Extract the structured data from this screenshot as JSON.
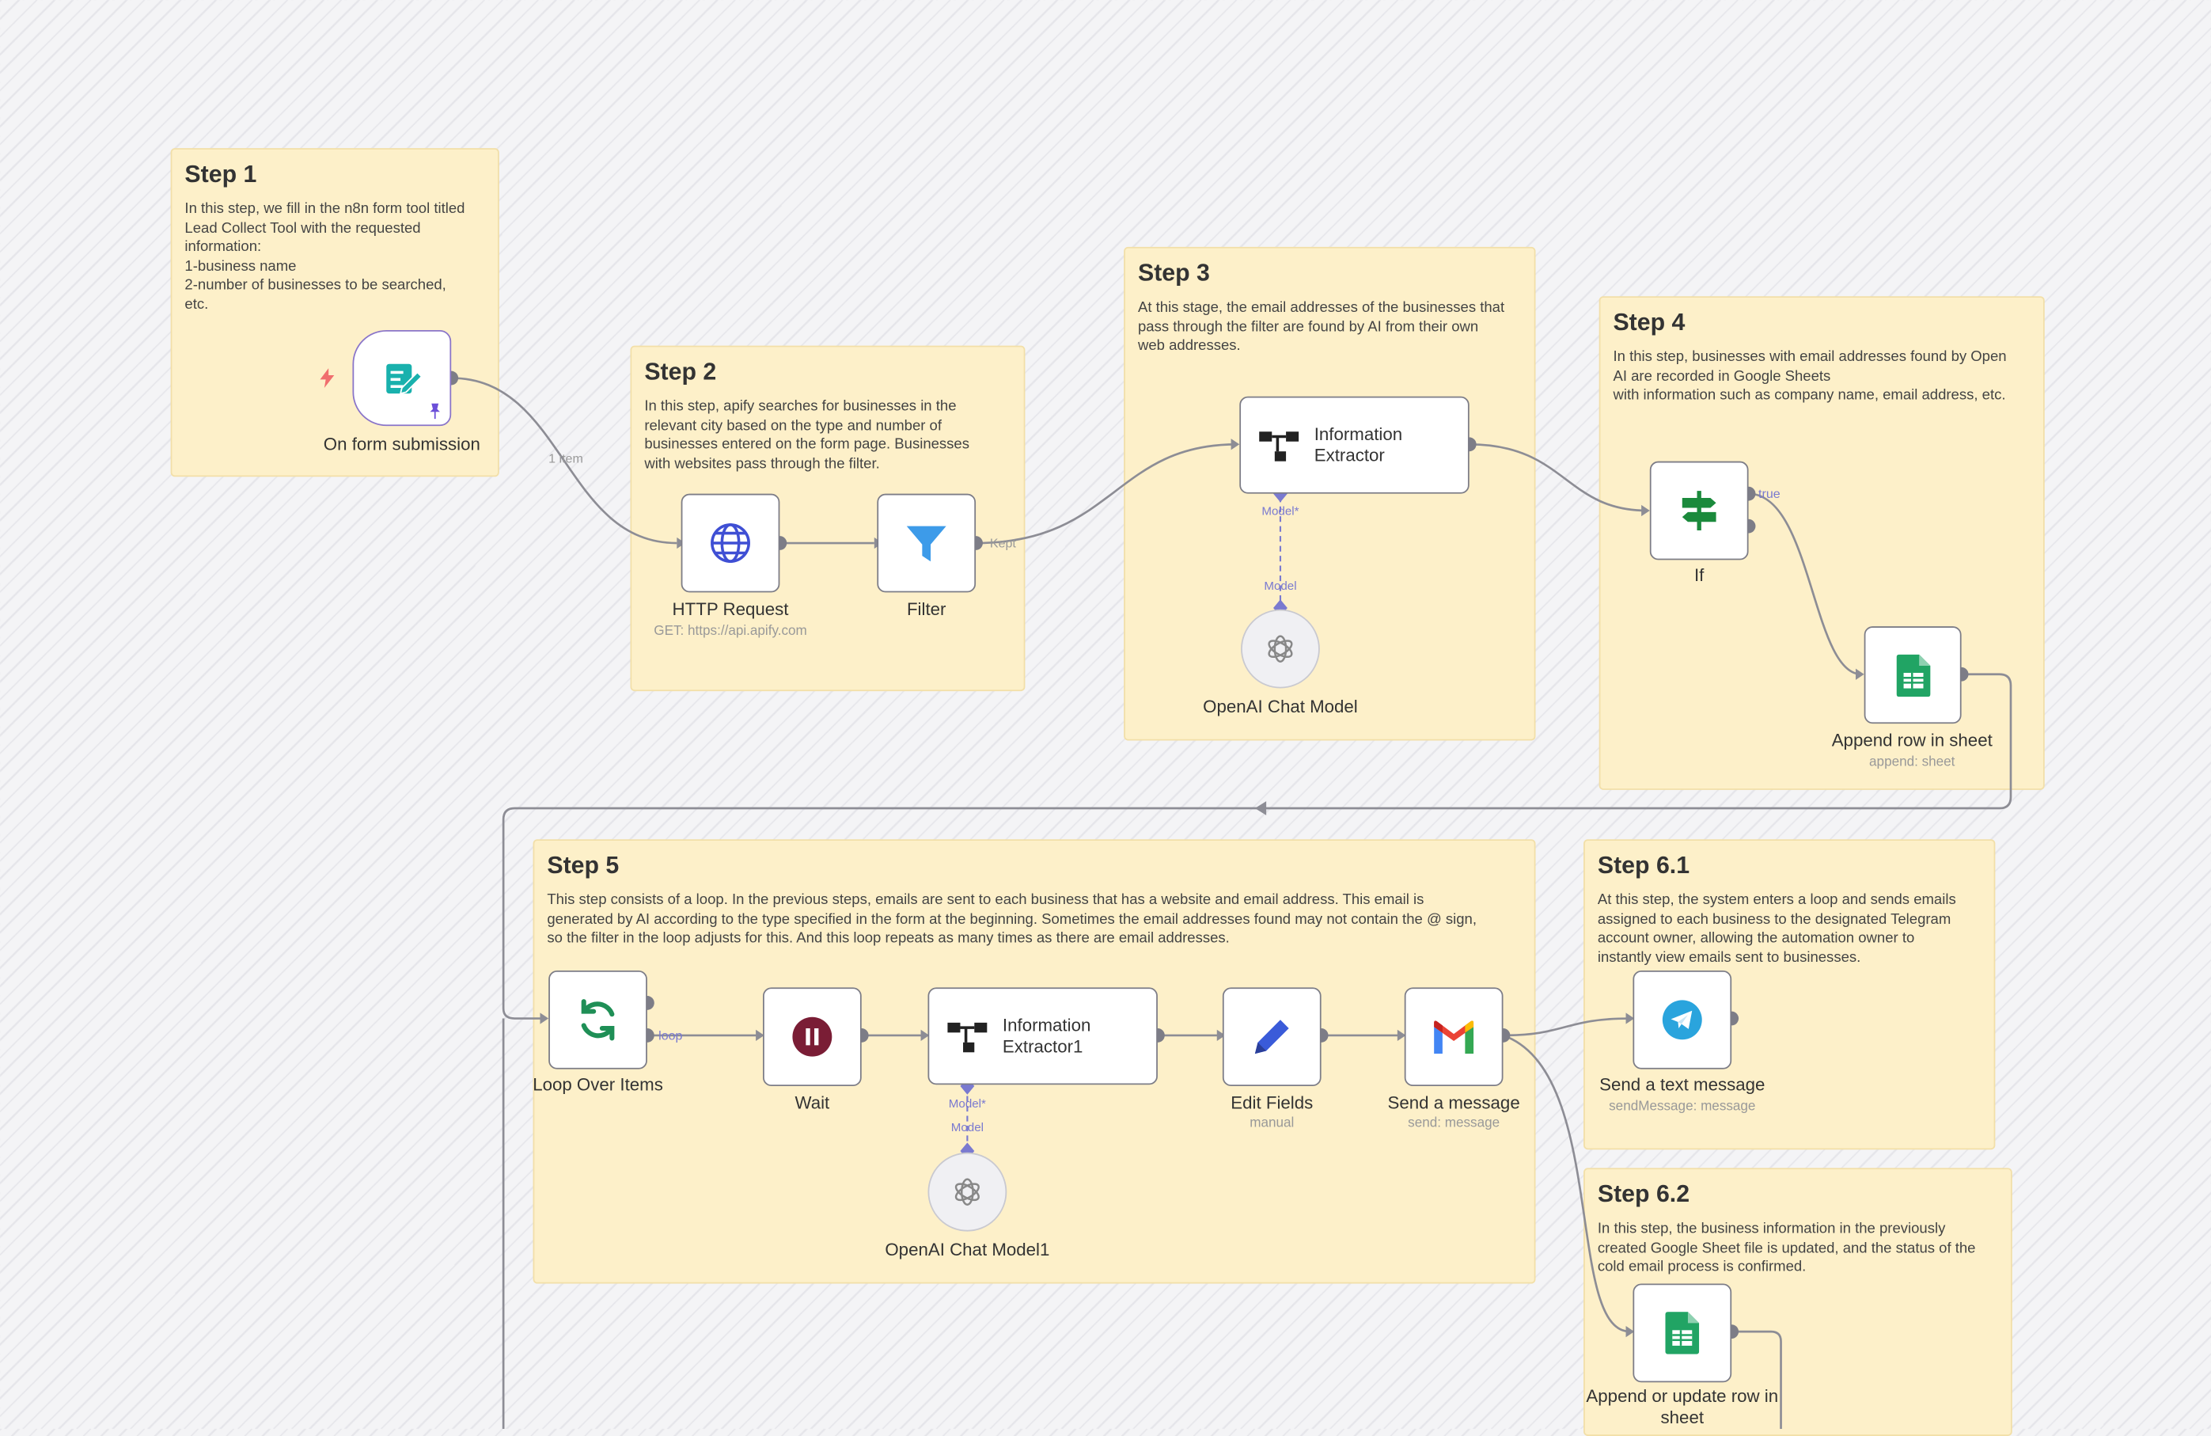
{
  "colors": {
    "canvas_bg": "#f4f4f6",
    "sticky_bg": "#fdf0c9",
    "node_border": "#7d7d87",
    "wire": "#8d8d95",
    "model_port": "#7a7ad0"
  },
  "stickies": {
    "step1": {
      "title": "Step 1",
      "body": "In this step, we fill in the n8n form tool titled\nLead Collect Tool with the requested\ninformation:\n1-business name\n2-number of businesses to be searched,\netc."
    },
    "step2": {
      "title": "Step 2",
      "body": "In this step, apify searches for businesses in the\nrelevant city based on the type and number of\nbusinesses entered on the form page. Businesses\nwith websites pass through the filter."
    },
    "step3": {
      "title": "Step 3",
      "body": "At this stage, the email addresses of the businesses that\npass through the filter are found by AI from their own\nweb addresses."
    },
    "step4": {
      "title": "Step 4",
      "body": "In this step, businesses with email addresses found by Open\nAI are recorded in Google Sheets\nwith information such as company name, email address, etc."
    },
    "step5": {
      "title": "Step 5",
      "body": "This step consists of a loop. In the previous steps, emails are sent to each business that has a website and email address. This email is\ngenerated by AI according to the type specified in the form at the beginning. Sometimes the email addresses found may not contain the @ sign,\nso the filter in the loop adjusts for this. And this loop repeats as many times as there are email addresses."
    },
    "step61": {
      "title": "Step 6.1",
      "body": "At this step, the system enters a loop and sends emails\nassigned to each business to the designated Telegram\naccount owner, allowing the automation owner to\ninstantly view emails sent to businesses."
    },
    "step62": {
      "title": "Step 6.2",
      "body": "In this step, the business information in the previously\ncreated Google Sheet file is updated, and the status of the\ncold email process is confirmed."
    }
  },
  "nodes": {
    "form": {
      "label": "On form submission",
      "icon": "form-edit-icon"
    },
    "http": {
      "label": "HTTP Request",
      "sub": "GET: https://api.apify.com",
      "icon": "globe-icon"
    },
    "filter": {
      "label": "Filter",
      "icon": "funnel-icon"
    },
    "extractor": {
      "label": "Information\nExtractor",
      "icon": "tree-icon"
    },
    "openai": {
      "label": "OpenAI Chat Model",
      "icon": "openai-icon"
    },
    "if": {
      "label": "If",
      "icon": "signpost-icon"
    },
    "append": {
      "label": "Append row in sheet",
      "sub": "append: sheet",
      "icon": "sheets-icon"
    },
    "loop": {
      "label": "Loop Over Items",
      "icon": "refresh-icon"
    },
    "wait": {
      "label": "Wait",
      "icon": "pause-icon"
    },
    "extractor1": {
      "label": "Information\nExtractor1",
      "icon": "tree-icon"
    },
    "openai1": {
      "label": "OpenAI Chat Model1",
      "icon": "openai-icon"
    },
    "edit": {
      "label": "Edit Fields",
      "sub": "manual",
      "icon": "pencil-icon"
    },
    "gmail": {
      "label": "Send a message",
      "sub": "send: message",
      "icon": "gmail-icon"
    },
    "telegram": {
      "label": "Send a text message",
      "sub": "sendMessage: message",
      "icon": "telegram-icon"
    },
    "update": {
      "label": "Append or update row in\nsheet",
      "icon": "sheets-icon"
    }
  },
  "edge_labels": {
    "form_http": "1 item",
    "filter_kept": "Kept",
    "if_true": "true",
    "loop": "loop",
    "model_star": "Model*",
    "model": "Model"
  }
}
